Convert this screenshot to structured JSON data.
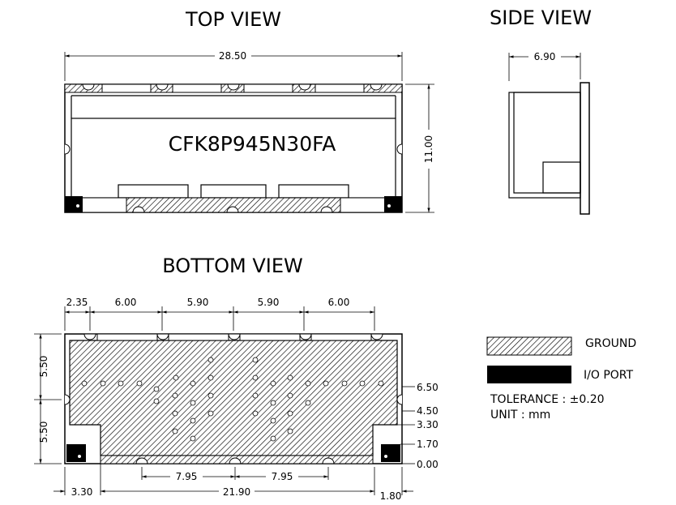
{
  "views": {
    "top_title": "TOP VIEW",
    "side_title": "SIDE VIEW",
    "bottom_title": "BOTTOM VIEW"
  },
  "part_number": "CFK8P945N30FA",
  "top_dims": {
    "width": "28.50",
    "height": "11.00"
  },
  "side_dims": {
    "depth": "6.90"
  },
  "bottom_dims": {
    "top": [
      "2.35",
      "6.00",
      "5.90",
      "5.90",
      "6.00"
    ],
    "left": [
      "5.50",
      "5.50"
    ],
    "right": [
      "6.50",
      "4.50",
      "3.30",
      "1.70",
      "0.00"
    ],
    "bottom_inner": [
      "7.95",
      "7.95"
    ],
    "bottom_outer": [
      "3.30",
      "21.90",
      "1.80"
    ]
  },
  "legend": {
    "ground": "GROUND",
    "io_port": "I/O PORT",
    "tolerance": "TOLERANCE : ±0.20",
    "unit": "UNIT : mm"
  }
}
